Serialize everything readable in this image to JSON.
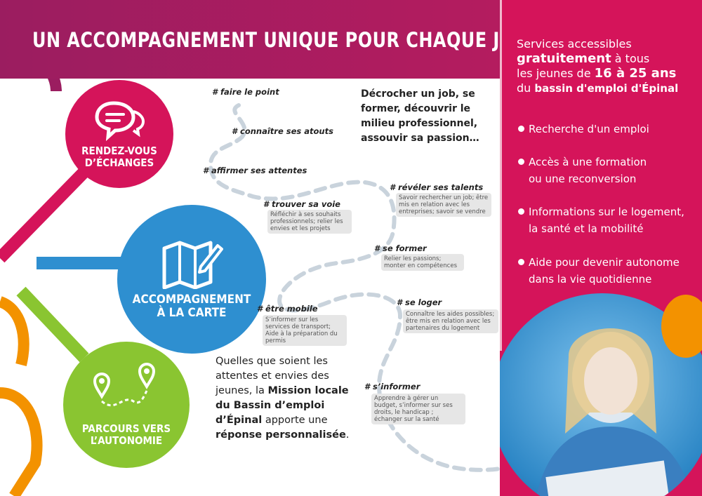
{
  "title": "UN ACCOMPAGNEMENT UNIQUE  POUR CHAQUE JEUNE",
  "right": {
    "intro1": "Services accessibles",
    "intro2b": "gratuitement",
    "intro2": " à tous",
    "intro3": "les jeunes de ",
    "intro3b": "16 à 25 ans",
    "intro4": "du ",
    "intro4b": "bassin d'emploi d'Épinal",
    "bullets": [
      {
        "line1": "Recherche d'un emploi",
        "line2": ""
      },
      {
        "line1": "Accès à une formation",
        "line2": "ou une reconversion"
      },
      {
        "line1": "Informations sur le logement,",
        "line2": "la santé et la mobilité"
      },
      {
        "line1": "Aide pour devenir autonome",
        "line2": "dans la vie quotidienne"
      }
    ]
  },
  "circles": {
    "c1": {
      "line1": "RENDEZ-VOUS",
      "line2": "D’ÉCHANGES",
      "icon": "chat-bubbles-icon"
    },
    "c2": {
      "line1": "ACCOMPAGNEMENT",
      "line2": "À LA CARTE",
      "icon": "map-pencil-icon"
    },
    "c3": {
      "line1": "PARCOURS VERS",
      "line2": "L’AUTONOMIE",
      "icon": "route-pins-icon"
    }
  },
  "tags": {
    "faire_point": "# faire le point",
    "atouts": "# connaître ses atouts",
    "attentes": "# affirmer ses attentes",
    "voie": "# trouver sa voie",
    "voie_note": "Réfléchir à ses souhaits professionnels; relier les envies et les projets",
    "talents": "# révéler ses talents",
    "talents_note": "Savoir rechercher un job; être mis en relation avec les entreprises; savoir se vendre",
    "former": "# se former",
    "former_note": "Relier les passions; monter en compétences",
    "mobile": "# être mobile",
    "mobile_note": "S’informer sur les services de transport; Aide à la préparation du permis",
    "loger": "# se loger",
    "loger_note": "Connaître les aides possibles; être mis en relation avec les partenaires du logement",
    "informer": "# s’informer",
    "informer_note": "Apprendre à gérer un budget, s’informer sur ses droits, le handicap ; échanger sur la santé"
  },
  "quote": "Décrocher un job, se former, découvrir le milieu professionnel, assouvir sa passion…",
  "para": {
    "p1": "Quelles que soient les attentes et envies des jeunes, la ",
    "p1b": "Mission locale du Bassin d’emploi d’Épinal",
    "p2": " apporte une ",
    "p2b": "réponse personnalisée",
    "p3": "."
  },
  "colors": {
    "magenta": "#d5145a",
    "plum": "#9b1d60",
    "blue": "#2e8fd0",
    "green": "#8ac531",
    "orange": "#f39200",
    "path": "#c9d3dc"
  }
}
